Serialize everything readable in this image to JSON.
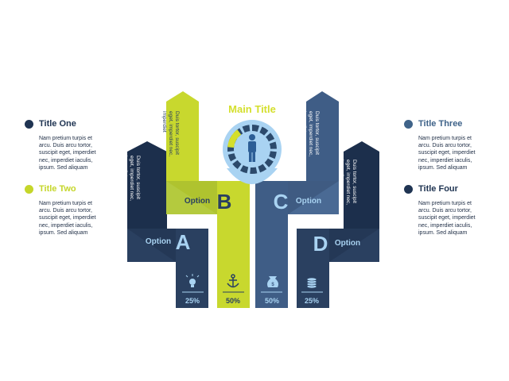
{
  "main_title": "Main Title",
  "colors": {
    "navy": "#2a4060",
    "navy_dark": "#1c2f4c",
    "slate": "#3f5d86",
    "lime": "#c8d82e",
    "lime_dark": "#a9bb20",
    "lime_light": "#b4ca3e",
    "ring": "#2c4a6c",
    "ring_light": "#a9d3f2",
    "accent": "#d4df2d"
  },
  "side_blocks": [
    {
      "title": "Title One",
      "color": "#1f3452",
      "text": [
        "Nam pretium turpis et",
        "arcu. Duis arcu tortor,",
        "suscipit eget, imperdiet",
        "nec, imperdiet iaculis,",
        "ipsum. Sed aliquam"
      ]
    },
    {
      "title": "Title Two",
      "color": "#c5d62a",
      "text": [
        "Nam pretium turpis et",
        "arcu. Duis arcu tortor,",
        "suscipit eget, imperdiet",
        "nec, imperdiet iaculis,",
        "ipsum. Sed aliquam"
      ]
    },
    {
      "title": "Title Three",
      "color": "#3f6389",
      "text": [
        "Nam pretium turpis et",
        "arcu. Duis arcu tortor,",
        "suscipit eget, imperdiet",
        "nec, imperdiet iaculis,",
        "ipsum. Sed aliquam"
      ]
    },
    {
      "title": "Title Four",
      "color": "#1f3452",
      "text": [
        "Nam pretium turpis et",
        "arcu. Duis arcu tortor,",
        "suscipit eget, imperdiet",
        "nec, imperdiet iaculis,",
        "ipsum. Sed aliquam"
      ]
    }
  ],
  "arrows": [
    {
      "letter": "A",
      "option": "Option",
      "percent": "25%",
      "icon": "lightbulb-icon",
      "text": [
        "Duis tortor, suscipit",
        "eget, imperdiet nec,",
        "imperdiet"
      ]
    },
    {
      "letter": "B",
      "option": "Option",
      "percent": "50%",
      "icon": "anchor-icon",
      "text": [
        "Duis tortor, suscipit",
        "eget, imperdiet nec,",
        "imperdiet"
      ]
    },
    {
      "letter": "C",
      "option": "Option",
      "percent": "50%",
      "icon": "money-bag-icon",
      "text": [
        "Duis tortor, suscipit",
        "eget, imperdiet nec,",
        "imperdiet"
      ]
    },
    {
      "letter": "D",
      "option": "Option",
      "percent": "25%",
      "icon": "coins-stack-icon",
      "text": [
        "Duis tortor, suscipit",
        "eget, imperdiet nec,",
        "imperdiet"
      ]
    }
  ]
}
